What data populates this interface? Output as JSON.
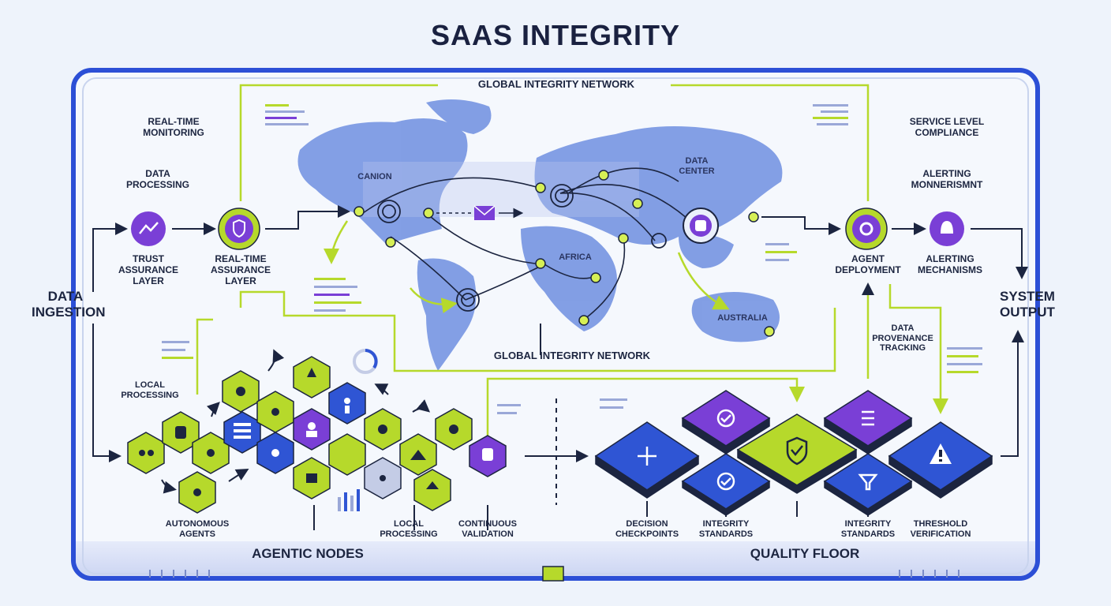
{
  "title": "SAAS INTEGRITY",
  "header": {
    "network_top": "GLOBAL INTEGRITY NETWORK",
    "network_bottom": "GLOBAL INTEGRITY NETWORK"
  },
  "left": {
    "data_ingestion_1": "DATA",
    "data_ingestion_2": "INGESTION",
    "rt_monitor_1": "REAL-TIME",
    "rt_monitor_2": "MONITORING",
    "data_proc_1": "DATA",
    "data_proc_2": "PROCESSING",
    "trust_1": "TRUST",
    "trust_2": "ASSURANCE",
    "trust_3": "LAYER",
    "rta_1": "REAL-TIME",
    "rta_2": "ASSURANCE",
    "rta_3": "LAYER"
  },
  "map": {
    "canion": "CANION",
    "data_center_1": "DATA",
    "data_center_2": "CENTER",
    "africa": "AFRICA",
    "australia": "AUSTRALIA"
  },
  "right": {
    "slc_1": "SERVICE LEVEL",
    "slc_2": "COMPLIANCE",
    "alert_top_1": "ALERTING",
    "alert_top_2": "MONNERISMNT",
    "agent_1": "AGENT",
    "agent_2": "DEPLOYMENT",
    "alert_mech_1": "ALERTING",
    "alert_mech_2": "MECHANISMS",
    "sys_out_1": "SYSTEM",
    "sys_out_2": "OUTPUT",
    "prov_1": "DATA",
    "prov_2": "PROVENANCE",
    "prov_3": "TRACKING"
  },
  "nodes": {
    "local_proc_top_1": "LOCAL",
    "local_proc_top_2": "PROCESSING",
    "auto_1": "AUTONOMOUS",
    "auto_2": "AGENTS",
    "local_proc_bot_1": "LOCAL",
    "local_proc_bot_2": "PROCESSING",
    "cont_1": "CONTINUOUS",
    "cont_2": "VALIDATION",
    "section": "AGENTIC NODES"
  },
  "quality": {
    "decision_1": "DECISION",
    "decision_2": "CHECKPOINTS",
    "integ1_1": "INTEGRITY",
    "integ1_2": "STANDARDS",
    "integ2_1": "INTEGRITY",
    "integ2_2": "STANDARDS",
    "thresh_1": "THRESHOLD",
    "thresh_2": "VERIFICATION",
    "section": "QUALITY FLOOR"
  },
  "colors": {
    "lime": "#b6d92b",
    "purple": "#7a3fd6",
    "blue": "#2f55d4",
    "navy": "#1c2540"
  },
  "icons": [
    "chart-line-icon",
    "shield-icon",
    "gear-icon",
    "bell-icon",
    "database-icon",
    "mail-icon",
    "users-icon",
    "network-icon",
    "check-icon",
    "warning-icon",
    "funnel-icon",
    "list-icon"
  ]
}
